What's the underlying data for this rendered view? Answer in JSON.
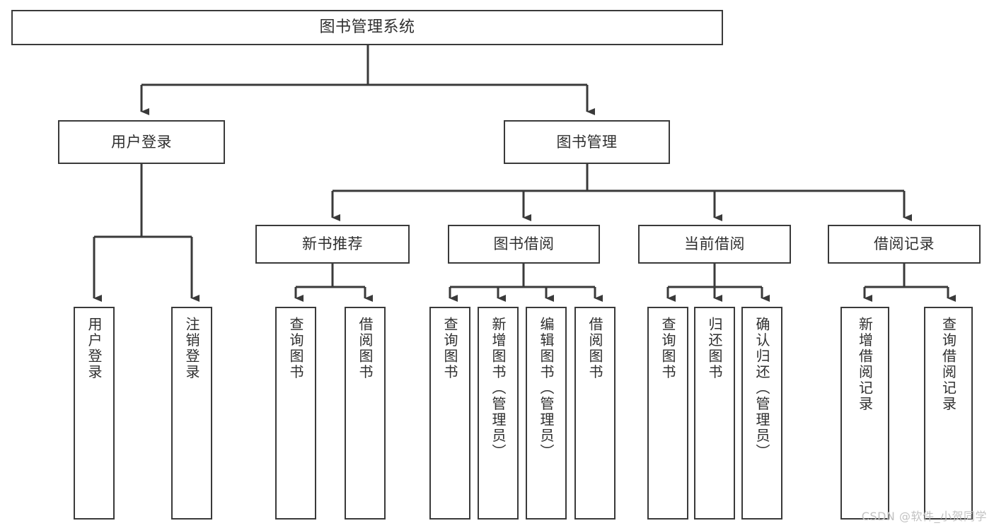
{
  "diagram": {
    "title": "图书管理系统",
    "watermark": "CSDN @软件_小贺同学",
    "colors": {
      "stroke": "#3a3a3a",
      "text": "#2f2f2f",
      "background": "#ffffff",
      "watermark": "#c2c2c2"
    },
    "root": {
      "label": "图书管理系统"
    },
    "level2": [
      {
        "label": "用户登录"
      },
      {
        "label": "图书管理"
      }
    ],
    "level3": [
      {
        "label": "新书推荐"
      },
      {
        "label": "图书借阅"
      },
      {
        "label": "当前借阅"
      },
      {
        "label": "借阅记录"
      }
    ],
    "leaves": {
      "user_login": [
        {
          "label": "用户登录"
        },
        {
          "label": "注销登录"
        }
      ],
      "new_book_recommend": [
        {
          "label": "查询图书"
        },
        {
          "label": "借阅图书"
        }
      ],
      "book_borrow": [
        {
          "label": "查询图书"
        },
        {
          "label": "新增图书（管理员）"
        },
        {
          "label": "编辑图书（管理员）"
        },
        {
          "label": "借阅图书"
        }
      ],
      "current_borrow": [
        {
          "label": "查询图书"
        },
        {
          "label": "归还图书"
        },
        {
          "label": "确认归还（管理员）"
        }
      ],
      "borrow_record": [
        {
          "label": "新增借阅记录"
        },
        {
          "label": "查询借阅记录"
        }
      ]
    }
  }
}
